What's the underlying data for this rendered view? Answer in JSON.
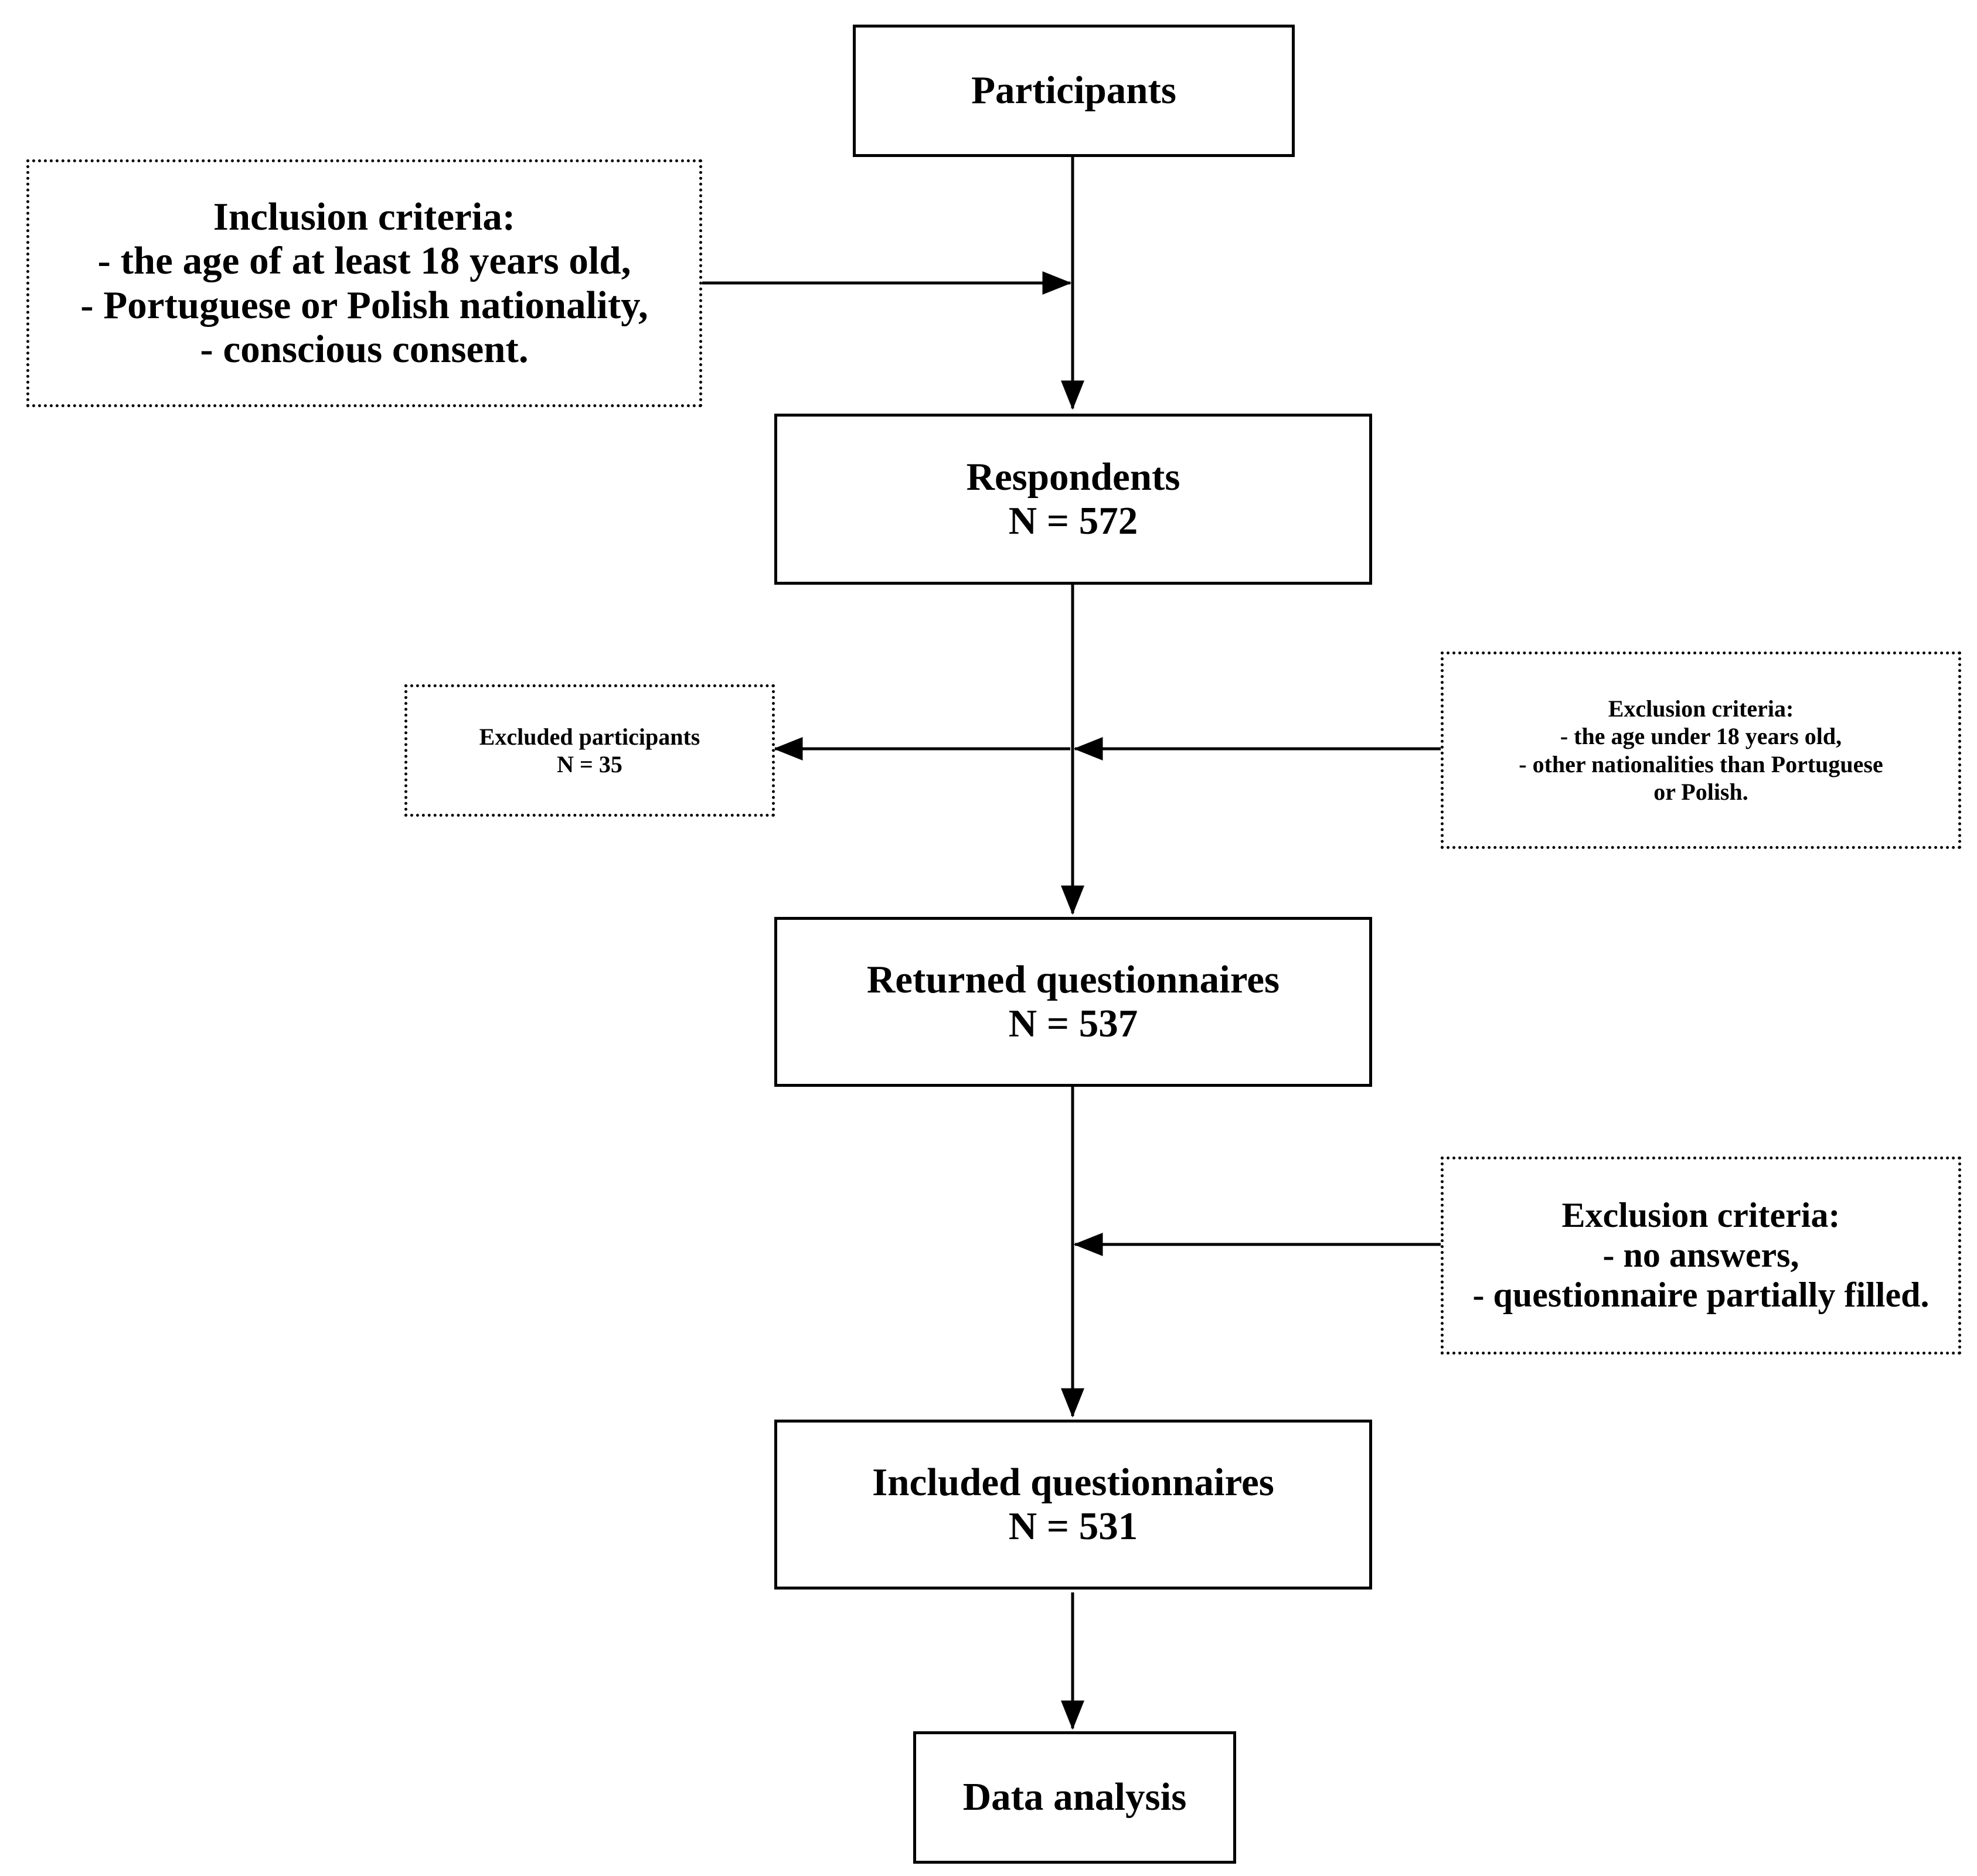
{
  "nodes": {
    "participants": {
      "lines": [
        "Participants"
      ]
    },
    "inclusion": {
      "lines": [
        "Inclusion criteria:",
        "- the age of at least 18 years old,",
        "- Portuguese or Polish nationality,",
        "- conscious consent."
      ]
    },
    "respondents": {
      "lines": [
        "Respondents",
        "N = 572"
      ]
    },
    "excluded": {
      "lines": [
        "Excluded participants",
        "N = 35"
      ]
    },
    "exclusion1": {
      "lines": [
        "Exclusion criteria:",
        "- the age under 18 years old,",
        "- other nationalities than Portuguese",
        "or Polish."
      ]
    },
    "returned": {
      "lines": [
        "Returned questionnaires",
        "N =  537"
      ]
    },
    "exclusion2": {
      "lines": [
        "Exclusion criteria:",
        "- no answers,",
        "- questionnaire partially filled."
      ]
    },
    "included": {
      "lines": [
        "Included questionnaires",
        "N =  531"
      ]
    },
    "analysis": {
      "lines": [
        "Data analysis"
      ]
    }
  },
  "edges": [
    {
      "from": "participants",
      "to": "respondents"
    },
    {
      "from": "inclusion",
      "to": "participants-respondents-flow"
    },
    {
      "from": "respondents",
      "to": "returned"
    },
    {
      "from": "exclusion1",
      "to": "respondents-returned-flow"
    },
    {
      "from": "respondents-returned-flow",
      "to": "excluded"
    },
    {
      "from": "returned",
      "to": "included"
    },
    {
      "from": "exclusion2",
      "to": "returned-included-flow"
    },
    {
      "from": "included",
      "to": "analysis"
    }
  ]
}
